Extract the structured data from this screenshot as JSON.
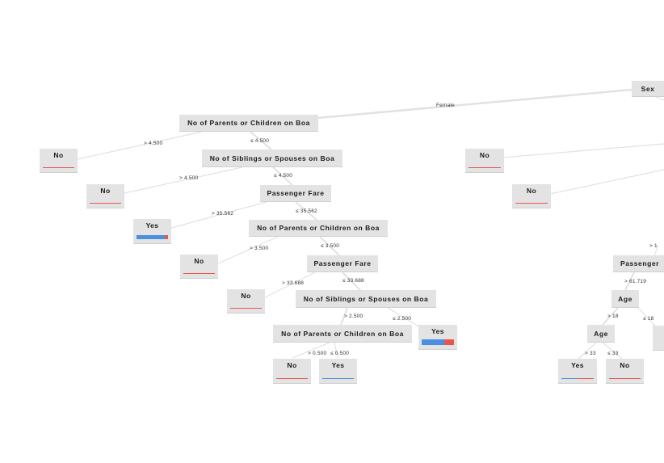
{
  "colors": {
    "yes": "#4a90e2",
    "no": "#e8554e",
    "node_bg": "#e3e3e3",
    "edge": "#e2e2e2"
  },
  "nodes": {
    "sex": "Sex",
    "parch1": "No of Parents or Children on Boa",
    "sibsp1": "No of Siblings or Spouses on Boa",
    "fare1": "Passenger Fare",
    "parch2": "No of Parents or Children on Boa",
    "fare2": "Passenger Fare",
    "sibsp2": "No of Siblings or Spouses on Boa",
    "parch3": "No of Parents or Children on Boa",
    "fare_right": "Passenger",
    "age1": "Age",
    "age2": "Age"
  },
  "leaves": {
    "l1": {
      "label": "No",
      "yes": 0.02,
      "no": 0.98
    },
    "l2": {
      "label": "No",
      "yes": 0.02,
      "no": 0.98
    },
    "l3": {
      "label": "Yes",
      "yes": 0.9,
      "no": 0.1
    },
    "l4": {
      "label": "No",
      "yes": 0.02,
      "no": 0.98
    },
    "l5": {
      "label": "No",
      "yes": 0.02,
      "no": 0.98
    },
    "l6": {
      "label": "Yes",
      "yes": 0.7,
      "no": 0.3
    },
    "l7": {
      "label": "No",
      "yes": 0.02,
      "no": 0.98
    },
    "l8": {
      "label": "Yes",
      "yes": 0.98,
      "no": 0.02
    },
    "r1": {
      "label": "No",
      "yes": 0.02,
      "no": 0.98
    },
    "r2": {
      "label": "No",
      "yes": 0.02,
      "no": 0.98
    },
    "r3": {
      "label": "Yes",
      "yes": 0.5,
      "no": 0.5
    },
    "r4": {
      "label": "No",
      "yes": 0.02,
      "no": 0.98
    }
  },
  "edges": {
    "female": "Female",
    "e_gt_4500_a": "> 4.500",
    "e_le_4500_a": "≤ 4.500",
    "e_gt_4500_b": "> 4.500",
    "e_le_4500_b": "≤ 4.500",
    "e_gt_35562": "> 35.562",
    "e_le_35562": "≤ 35.562",
    "e_gt_3500": "> 3.500",
    "e_le_3500": "≤ 3.500",
    "e_gt_33688": "> 33.688",
    "e_le_33688": "≤ 33.688",
    "e_gt_2500": "> 2.500",
    "e_le_2500": "≤ 2.500",
    "e_gt_0500": "> 0.500",
    "e_le_0500": "≤ 0.500",
    "e_gt_right": "> 1",
    "e_gt_61719": "> 61.719",
    "e_gt_18": "> 18",
    "e_le_18": "≤ 18",
    "e_gt_33": "> 33",
    "e_le_33": "≤ 33"
  }
}
